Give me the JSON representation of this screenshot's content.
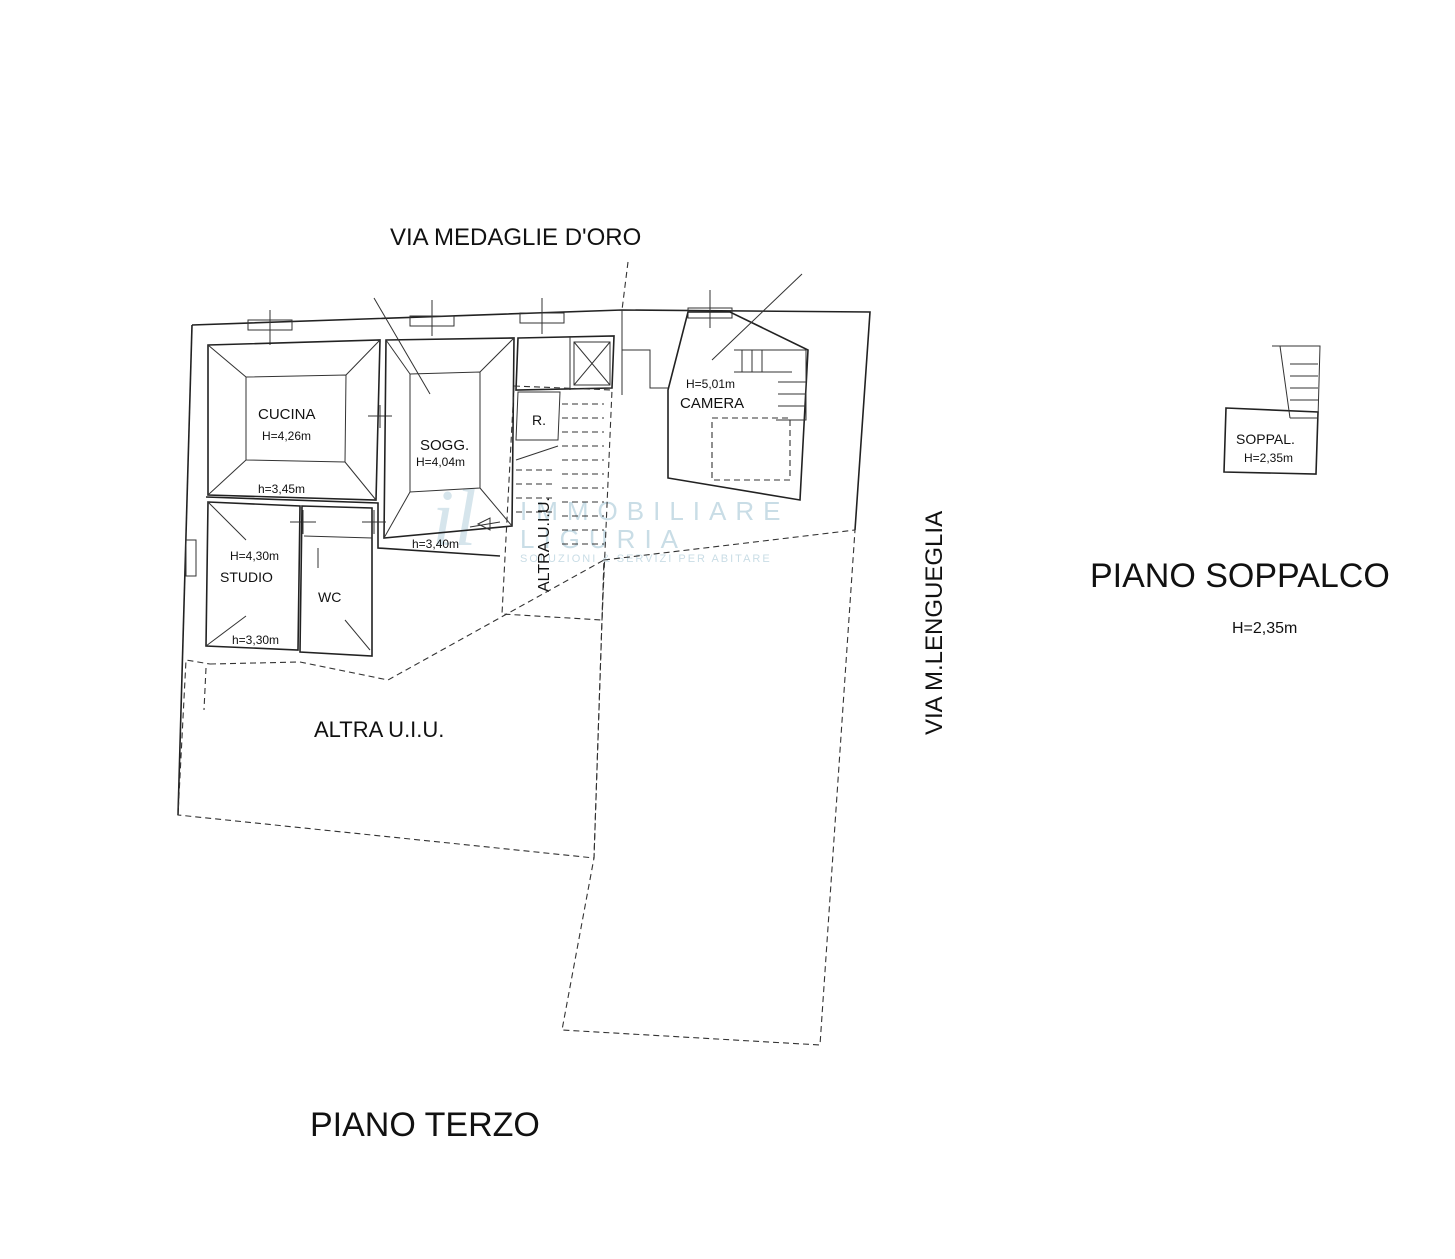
{
  "streets": {
    "north": "VIA MEDAGLIE D'ORO",
    "east": "VIA M.LENGUEGLIA"
  },
  "rooms": {
    "cucina": {
      "name": "CUCINA",
      "height": "H=4,26m"
    },
    "cucina_lower": "h=3,45m",
    "sogg": {
      "name": "SOGG.",
      "height": "H=4,04m"
    },
    "sogg_lower": "h=3,40m",
    "studio": {
      "name": "STUDIO",
      "height": "H=4,30m"
    },
    "studio_lower": "h=3,30m",
    "wc": "WC",
    "r": "R.",
    "camera": {
      "name": "CAMERA",
      "height": "H=5,01m"
    },
    "altra_uiu_stair": "ALTRA U.I.U.",
    "altra_uiu_lower": "ALTRA U.I.U.",
    "soppal": {
      "name": "SOPPAL.",
      "height": "H=2,35m"
    }
  },
  "titles": {
    "piano_terzo": "PIANO TERZO",
    "piano_soppalco": "PIANO SOPPALCO",
    "piano_soppalco_height": "H=2,35m"
  },
  "watermark": {
    "line1": "IMMOBILIARE",
    "line2": "LIGURIA",
    "tagline": "SOLUZIONI & SERVIZI PER ABITARE"
  }
}
